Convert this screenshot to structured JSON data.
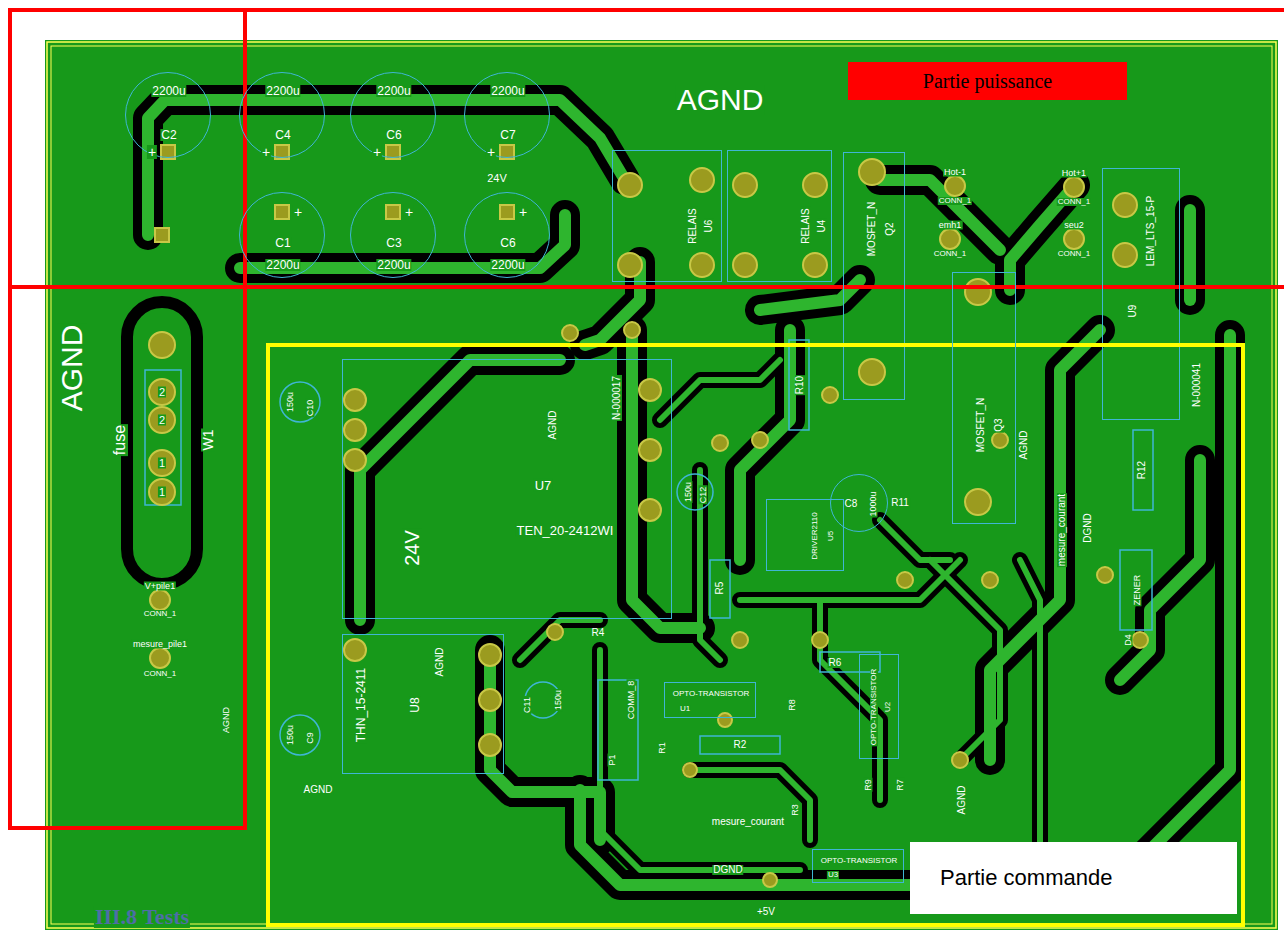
{
  "diagram": {
    "nodes": [
      {
        "text": [
          "Partie puissance"
        ]
      },
      {
        "text": [
          "2200u",
          "C2"
        ]
      },
      {
        "text": [
          "2200u",
          "C4"
        ]
      },
      {
        "text": [
          "2200u",
          "C6"
        ]
      },
      {
        "text": [
          "2200u",
          "C7"
        ]
      },
      {
        "text": [
          "C1",
          "2200u"
        ]
      },
      {
        "text": [
          "C3",
          "2200u"
        ]
      },
      {
        "text": [
          "C6",
          "2200u"
        ]
      },
      {
        "text": [
          "RELAIS",
          "U6"
        ]
      },
      {
        "text": [
          "RELAIS",
          "U4"
        ]
      },
      {
        "text": [
          "MOSFET_N",
          "Q2"
        ]
      },
      {
        "text": [
          "LEM_LTS_15-P",
          "U9"
        ]
      },
      {
        "text": [
          "fuse",
          "W1"
        ]
      },
      {
        "text": [
          "Partie commande"
        ]
      },
      {
        "text": [
          "U7",
          "TEN_20-2412WI"
        ],
        "in": 13
      },
      {
        "text": [
          "THN_15-2411",
          "U8"
        ],
        "in": 13
      },
      {
        "text": [
          "MOSFET_N",
          "Q3"
        ],
        "in": 13
      },
      {
        "text": [
          "C8",
          "1000u"
        ],
        "in": 13
      },
      {
        "text": [
          "DRIVER2110",
          "U5"
        ],
        "in": 13
      },
      {
        "text": [
          "OPTO-TRANSISTOR",
          "U1"
        ],
        "in": 13
      },
      {
        "text": [
          "OPTO-TRANSISTOR",
          "U2"
        ],
        "in": 13
      },
      {
        "text": [
          "OPTO-TRANSISTOR",
          "U3"
        ],
        "in": 13
      }
    ],
    "labels": [
      "AGND",
      "AGND",
      "+",
      "+",
      "+",
      "+",
      "+",
      "+",
      "+",
      "24V",
      "Hot-1",
      "CONN_1",
      "emh1",
      "CONN_1",
      "Hot+1",
      "CONN_1",
      "seu2",
      "CONN_1",
      "2",
      "2",
      "1",
      "1",
      "V+pile1",
      "CONN_1",
      "mesure_pile1",
      "CONN_1",
      "AGND",
      "AGND",
      "24V",
      "AGND",
      "AGND",
      "N-000017",
      "150u",
      "C10",
      "150u",
      "C9",
      "150u",
      "C12",
      "150u",
      "C11",
      "R4",
      "R5",
      "COMM_8",
      "P1",
      "R1",
      "R2",
      "R8",
      "R3",
      "mesure_courant",
      "DGND",
      "+5V",
      "R10",
      "R11",
      "R6",
      "R9",
      "R7",
      "AGND",
      "AGND",
      "mesure_courant",
      "DGND",
      "N-000041",
      "R12",
      "ZENER",
      "D4",
      "III.8 Tests"
    ]
  }
}
